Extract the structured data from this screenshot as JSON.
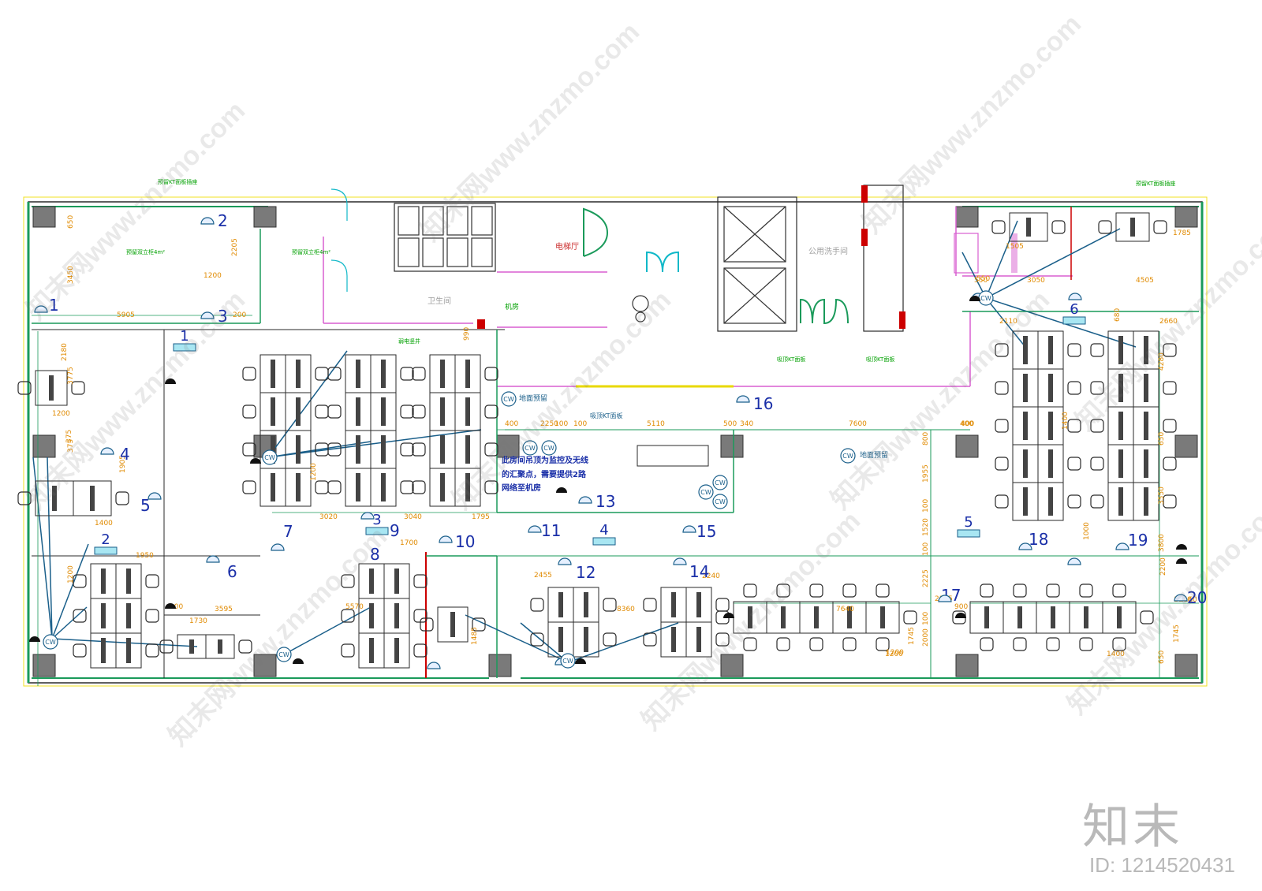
{
  "zone_numbers": [
    "1",
    "2",
    "3",
    "4",
    "5",
    "6",
    "7",
    "8",
    "9",
    "10",
    "11",
    "12",
    "13",
    "14",
    "15",
    "16",
    "17",
    "18",
    "19",
    "20"
  ],
  "ap_numbers": [
    "1",
    "2",
    "3",
    "4",
    "5",
    "6"
  ],
  "dimensions": {
    "left_top": [
      "650",
      "3450",
      "5905",
      "2205",
      "1200",
      "200",
      "2180",
      "3775",
      "1200",
      "375",
      "375",
      "1905",
      "1950",
      "1200",
      "1730",
      "3595",
      "100",
      "1400"
    ],
    "mid": [
      "3020",
      "3040",
      "1795",
      "5570",
      "1700",
      "2455",
      "8360",
      "2240",
      "400",
      "100",
      "400",
      "2250",
      "100",
      "5110",
      "500",
      "340",
      "7600",
      "400",
      "800",
      "1955",
      "100",
      "1520",
      "100",
      "2225",
      "100",
      "2000",
      "1745",
      "1485",
      "1200",
      "1200",
      "990",
      "550"
    ],
    "right": [
      "1505",
      "3050",
      "550",
      "4505",
      "1785",
      "2110",
      "2660",
      "680",
      "4280",
      "1400",
      "650",
      "3550",
      "1000",
      "3800",
      "1160",
      "1745",
      "650",
      "2325",
      "900",
      "7640",
      "1200",
      "1400",
      "1100",
      "2200"
    ]
  },
  "annotations": {
    "cw_floor_1": "地面预留",
    "cw_floor_2": "地面预留",
    "ceiling_ac": "吸顶KT面板",
    "ceiling_ac_2": "吸顶KT面板",
    "ceiling_ac_3": "吸顶KT面板",
    "note_line1": "此房间吊顶为监控及无线",
    "note_line2": "的汇聚点，需要提供2路",
    "note_line3": "网络至机房",
    "toilet_label": "卫生间",
    "public_wash": "公用洗手间",
    "elevator_hall": "电梯厅",
    "server_room": "机房",
    "room_area_1": "预留双立柜4m²",
    "room_area_2": "预留双立柜4m²",
    "weak_current": "弱电竖井",
    "kt_reserve": "预留KT面板插座",
    "kt_reserve_2": "预留KT面板插座"
  },
  "brand": {
    "logo_text": "知末",
    "image_id": "ID: 1214520431",
    "watermark": "知末网www.znzmo.com"
  },
  "colors": {
    "wall": "#2a2a2a",
    "glass": "#1a9a5a",
    "partition": "#d85fd0",
    "dimension": "#e08a00",
    "network": "#1a5f8a",
    "label": "#1a2fa8",
    "cyan": "#10b8c8",
    "note": "#00a000",
    "red": "#cc0000",
    "yellow": "#e8d800"
  }
}
